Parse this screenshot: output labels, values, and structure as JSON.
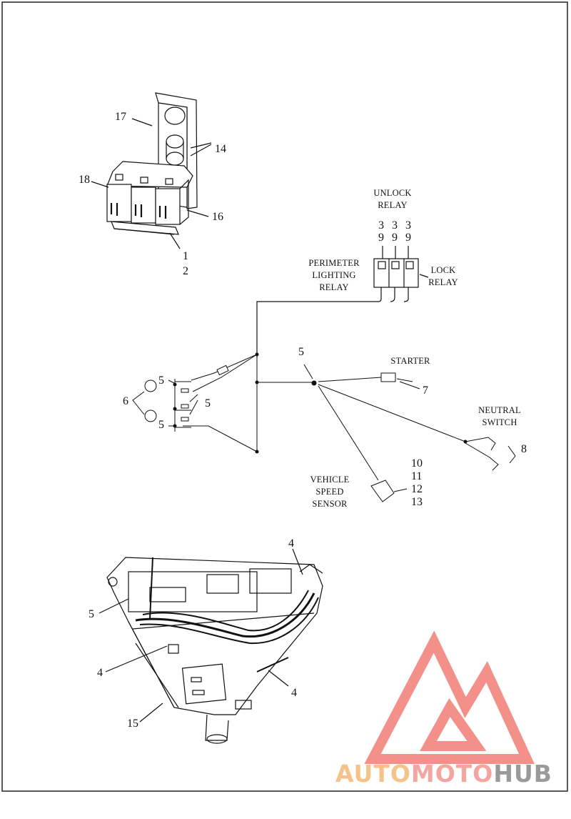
{
  "callouts": {
    "c17": "17",
    "c14": "14",
    "c18": "18",
    "c16": "16",
    "c1": "1",
    "c2": "2",
    "c5a": "5",
    "c5b": "5",
    "c5c": "5",
    "c5d": "5",
    "c5e": "5",
    "c6": "6",
    "c7": "7",
    "c8": "8",
    "c10": "10",
    "c11": "11",
    "c12": "12",
    "c13": "13",
    "c3a": "3",
    "c9a": "9",
    "c3b": "3",
    "c9b": "9",
    "c3c": "3",
    "c9c": "9",
    "c4a": "4",
    "c4b": "4",
    "c4c": "4",
    "c15": "15"
  },
  "labels": {
    "unlock_relay": [
      "UNLOCK",
      "RELAY"
    ],
    "perimeter_lighting_relay": [
      "PERIMETER",
      "LIGHTING",
      "RELAY"
    ],
    "lock_relay": [
      "LOCK",
      "RELAY"
    ],
    "starter": "STARTER",
    "neutral_switch": [
      "NEUTRAL",
      "SWITCH"
    ],
    "vehicle_speed_sensor": [
      "VEHICLE",
      "SPEED",
      "SENSOR"
    ]
  },
  "watermark": {
    "part1": "AUTO",
    "part2": "MOTO",
    "part3": "HUB"
  },
  "colors": {
    "line": "#111111",
    "logo_red": "#ee6b62",
    "logo_orange": "#f5c38a",
    "logo_gray": "#9a9a9a"
  }
}
